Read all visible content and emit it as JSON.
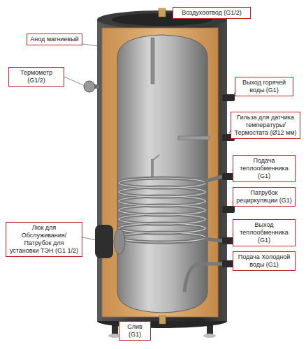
{
  "diagram": {
    "nodes": [
      {
        "text": [
          "Воздухоотвод (G1/2)"
        ]
      },
      {
        "text": [
          "Анод магниевый"
        ]
      },
      {
        "text": [
          "Термометр (G1/2)"
        ]
      },
      {
        "text": [
          "Выход горячей воды (G1)"
        ]
      },
      {
        "text": [
          "Гильза для датчика температуры/ Термостата (Ø12 мм)"
        ]
      },
      {
        "text": [
          "Подача теплообменника (G1)"
        ]
      },
      {
        "text": [
          "Патрубок рециркуляции (G1)"
        ]
      },
      {
        "text": [
          "Выход теплообменника (G1)"
        ]
      },
      {
        "text": [
          "Люк для Обслуживания/Патрубок для установки ТЭН (G1 1/2)"
        ]
      },
      {
        "text": [
          "Подача Холодной воды (G1)"
        ]
      },
      {
        "text": [
          "Слив (G1)"
        ]
      }
    ]
  }
}
